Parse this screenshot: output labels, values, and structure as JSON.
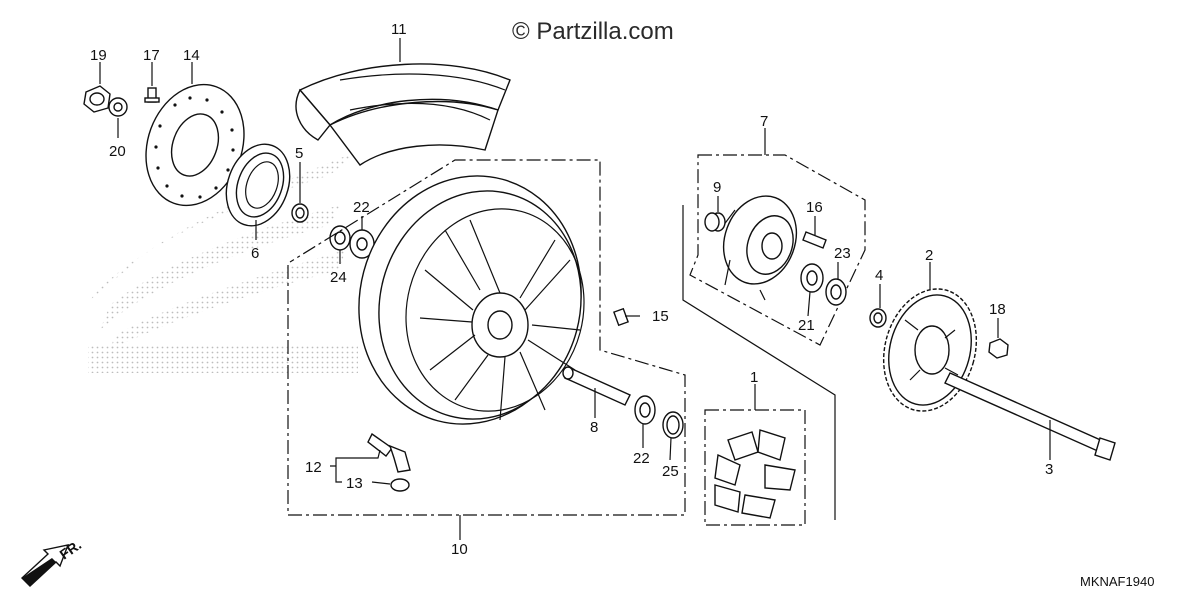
{
  "watermark": "© Partzilla.com",
  "diagram_code": "MKNAF1940",
  "direction_label": "FR.",
  "background_logo_icon": "honda-wing-logo-icon",
  "callouts": {
    "c1": "1",
    "c2": "2",
    "c3": "3",
    "c4": "4",
    "c5": "5",
    "c6": "6",
    "c7": "7",
    "c8": "8",
    "c9": "9",
    "c10": "10",
    "c11": "11",
    "c12": "12",
    "c13": "13",
    "c14": "14",
    "c15": "15",
    "c16": "16",
    "c17": "17",
    "c18": "18",
    "c19": "19",
    "c20": "20",
    "c21": "21",
    "c22a": "22",
    "c22b": "22",
    "c23": "23",
    "c24": "24",
    "c25": "25"
  }
}
